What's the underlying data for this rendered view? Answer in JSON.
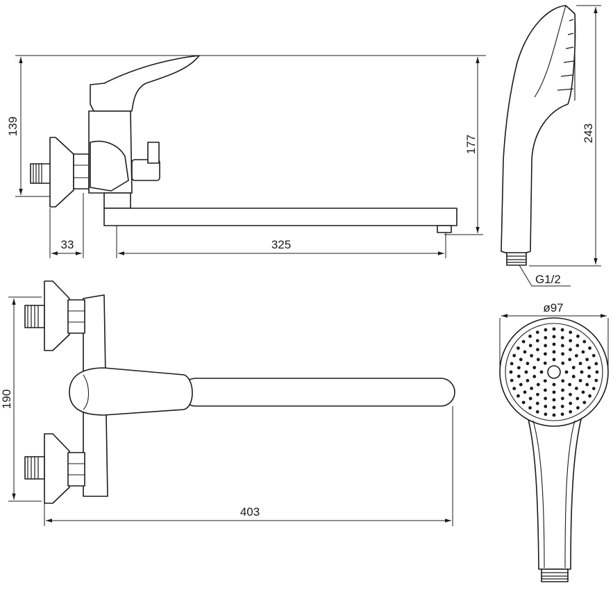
{
  "dimensions": {
    "side_height_lever": "139",
    "side_height_total": "177",
    "wall_offset": "33",
    "spout_reach_side": "325",
    "shower_length": "243",
    "shower_thread": "G1/2",
    "shower_head_diameter": "ø97",
    "inlet_spacing": "190",
    "spout_reach_plan": "403"
  },
  "colors": {
    "line": "#1a1a1a",
    "background": "#ffffff"
  }
}
